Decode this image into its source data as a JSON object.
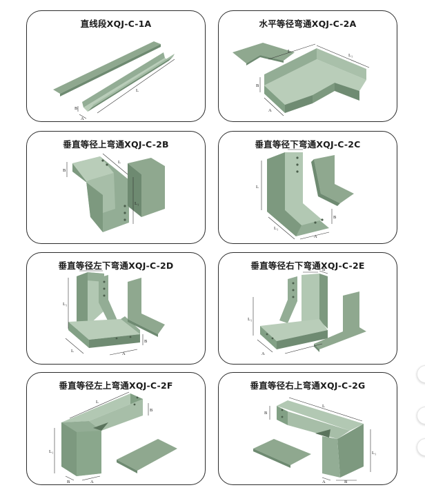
{
  "cards": [
    {
      "title": "直线段XQJ-C-1A",
      "dims": {
        "l": "L",
        "a": "A",
        "b": "B"
      }
    },
    {
      "title": "水平等径弯通XQJ-C-2A",
      "dims": {
        "l": "L",
        "l1": "L₁",
        "a": "A",
        "b": "B"
      }
    },
    {
      "title": "垂直等径上弯通XQJ-C-2B",
      "dims": {
        "l": "L",
        "l1": "L₁",
        "b": "B"
      }
    },
    {
      "title": "垂直等径下弯通XQJ-C-2C",
      "dims": {
        "l": "L",
        "l1": "L₁",
        "a": "A",
        "b": "B"
      }
    },
    {
      "title": "垂直等径左下弯通XQJ-C-2D",
      "dims": {
        "l": "L",
        "l1": "L₁",
        "a": "A",
        "b": "B"
      }
    },
    {
      "title": "垂直等径右下弯通XQJ-C-2E",
      "dims": {
        "l": "L",
        "l1": "L₁",
        "a": "A",
        "b": "B"
      }
    },
    {
      "title": "垂直等径左上弯通XQJ-C-2F",
      "dims": {
        "l": "L",
        "l1": "L₁",
        "a": "A",
        "b": "B"
      }
    },
    {
      "title": "垂直等径右上弯通XQJ-C-2G",
      "dims": {
        "l": "L",
        "l1": "L₁",
        "a": "A",
        "b": "B"
      }
    }
  ],
  "colors": {
    "tray_light": "#b9cdb9",
    "tray_mid": "#93ad95",
    "tray_dark": "#6f8b72",
    "cover": "#8fa88f",
    "cover_dark": "#6e8a71",
    "border": "#2a2a2a"
  },
  "side_buttons": [
    {
      "icon": "circle-button-icon"
    },
    {
      "icon": "circle-button-icon"
    },
    {
      "icon": "circle-button-icon"
    }
  ]
}
